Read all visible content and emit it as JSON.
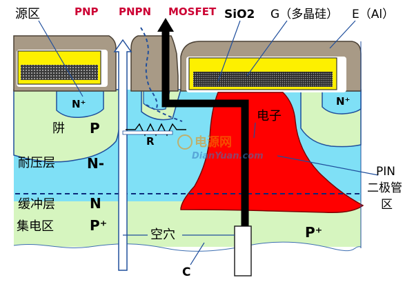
{
  "labels": {
    "source_region": "源区",
    "pnp": "PNP",
    "pnpn": "PNPN",
    "mosfet": "MOSFET",
    "sio2": "SiO2",
    "gate": "G（多晶硅）",
    "emitter": "E（Al）",
    "n_plus_left": "N⁺",
    "n_plus_right": "N⁺",
    "well_label": "阱",
    "p_region": "P",
    "resistor": "R",
    "electron": "电子",
    "blocking_layer": "耐压层",
    "n_minus": "N-",
    "buffer_layer": "缓冲层",
    "n_region": "N",
    "collector_region": "集电区",
    "p_plus_left": "P⁺",
    "p_plus_right": "P⁺",
    "hole": "空穴",
    "collector": "C",
    "pin_line1": "PIN",
    "pin_line2": "二极管",
    "pin_line3": "区",
    "watermark_cn": "电源网",
    "watermark_en": "DianYuan.com"
  },
  "colors": {
    "cyan_layer": "#7fe0f6",
    "green_layer": "#d6f5bf",
    "emitter_metal": "#a89a86",
    "gate_poly": "#fdf000",
    "red_plasma": "#ff0000",
    "label_red": "#cc0033",
    "outline_blue": "#1f4e9c"
  }
}
